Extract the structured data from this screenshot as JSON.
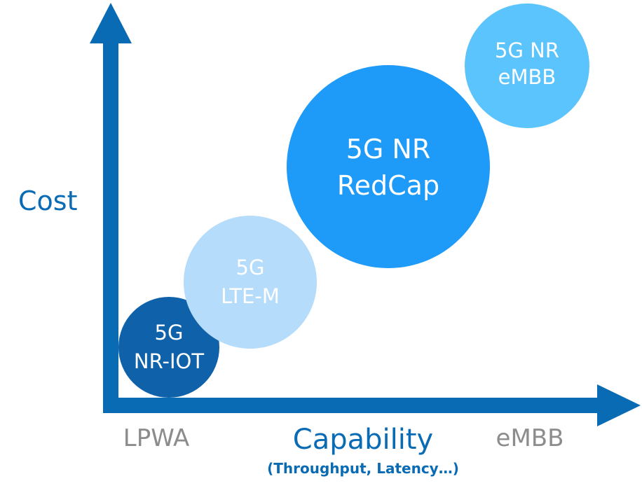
{
  "y_axis": {
    "label": "Cost"
  },
  "x_axis": {
    "label": "Capability",
    "sublabel": "(Throughput, Latency…)",
    "left_end": "LPWA",
    "right_end": "eMBB"
  },
  "bubbles": [
    {
      "line1": "5G",
      "line2": "NR-IOT",
      "fill": "#0f62a9",
      "text_color": "#ffffff"
    },
    {
      "line1": "5G",
      "line2": "LTE-M",
      "fill": "#b5dcfa",
      "text_color": "#ffffff"
    },
    {
      "line1": "5G NR",
      "line2": "RedCap",
      "fill": "#1e9af8",
      "text_color": "#ffffff"
    },
    {
      "line1": "5G NR",
      "line2": "eMBB",
      "fill": "#5bc4fc",
      "text_color": "#ffffff"
    }
  ],
  "colors": {
    "axis": "#0a6bb5",
    "end_labels": "#8c8c8c"
  }
}
